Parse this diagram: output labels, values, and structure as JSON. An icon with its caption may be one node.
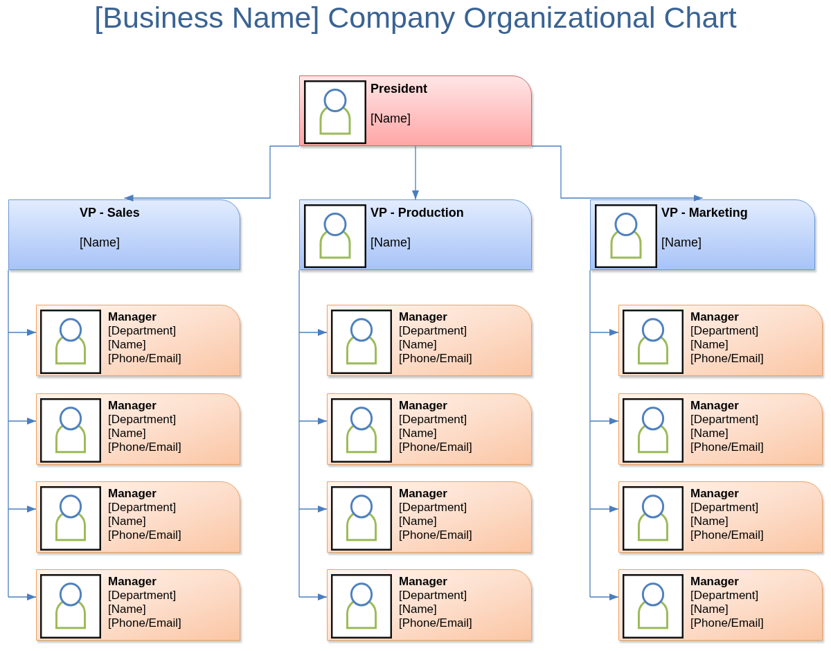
{
  "diagram": {
    "title": "[Business Name] Company Organizational Chart",
    "nodes": [
      {
        "text": [
          "President",
          "[Name]"
        ]
      },
      {
        "text": [
          "VP - Sales",
          "[Name]"
        ]
      },
      {
        "text": [
          "VP - Production",
          "[Name]"
        ]
      },
      {
        "text": [
          "VP - Marketing",
          "[Name]"
        ]
      },
      {
        "text": [
          "Manager",
          "[Department]",
          "[Name]",
          "[Phone/Email]"
        ]
      },
      {
        "text": [
          "Manager",
          "[Department]",
          "[Name]",
          "[Phone/Email]"
        ]
      },
      {
        "text": [
          "Manager",
          "[Department]",
          "[Name]",
          "[Phone/Email]"
        ]
      },
      {
        "text": [
          "Manager",
          "[Department]",
          "[Name]",
          "[Phone/Email]"
        ]
      },
      {
        "text": [
          "Manager",
          "[Department]",
          "[Name]",
          "[Phone/Email]"
        ]
      },
      {
        "text": [
          "Manager",
          "[Department]",
          "[Name]",
          "[Phone/Email]"
        ]
      },
      {
        "text": [
          "Manager",
          "[Department]",
          "[Name]",
          "[Phone/Email]"
        ]
      },
      {
        "text": [
          "Manager",
          "[Department]",
          "[Name]",
          "[Phone/Email]"
        ]
      },
      {
        "text": [
          "Manager",
          "[Department]",
          "[Name]",
          "[Phone/Email]"
        ]
      },
      {
        "text": [
          "Manager",
          "[Department]",
          "[Name]",
          "[Phone/Email]"
        ]
      },
      {
        "text": [
          "Manager",
          "[Department]",
          "[Name]",
          "[Phone/Email]"
        ]
      },
      {
        "text": [
          "Manager",
          "[Department]",
          "[Name]",
          "[Phone/Email]"
        ]
      }
    ],
    "edges": [
      {
        "from": 0,
        "to": 1,
        "arrow": "to"
      },
      {
        "from": 0,
        "to": 2,
        "arrow": "to"
      },
      {
        "from": 0,
        "to": 3,
        "arrow": "to"
      },
      {
        "from": 1,
        "to": 4,
        "arrow": "to"
      },
      {
        "from": 1,
        "to": 7,
        "arrow": "to"
      },
      {
        "from": 1,
        "to": 10,
        "arrow": "to"
      },
      {
        "from": 1,
        "to": 13,
        "arrow": "to"
      },
      {
        "from": 2,
        "to": 5,
        "arrow": "to"
      },
      {
        "from": 2,
        "to": 8,
        "arrow": "to"
      },
      {
        "from": 2,
        "to": 11,
        "arrow": "to"
      },
      {
        "from": 2,
        "to": 14,
        "arrow": "to"
      },
      {
        "from": 3,
        "to": 6,
        "arrow": "to"
      },
      {
        "from": 3,
        "to": 9,
        "arrow": "to"
      },
      {
        "from": 3,
        "to": 12,
        "arrow": "to"
      },
      {
        "from": 3,
        "to": 15,
        "arrow": "to"
      }
    ]
  }
}
